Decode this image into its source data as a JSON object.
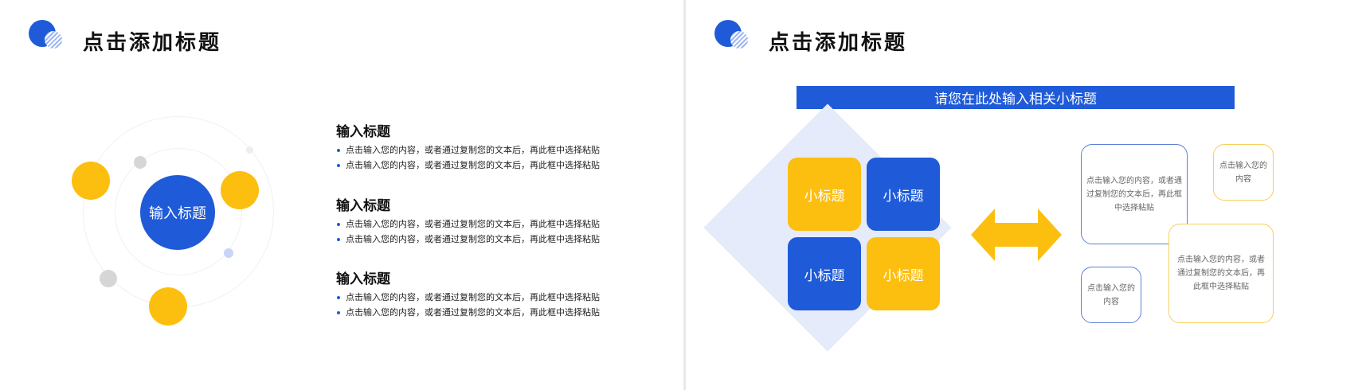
{
  "colors": {
    "blue": "#1f5bd8",
    "yellow": "#fcbf10",
    "light_blue": "#e5ebfa",
    "gray": "#d6d6d6"
  },
  "left_slide": {
    "title": "点击添加标题",
    "center_label": "输入标题",
    "items": [
      {
        "heading": "输入标题",
        "bullets": [
          "点击输入您的内容，或者通过复制您的文本后，再此框中选择粘贴",
          "点击输入您的内容，或者通过复制您的文本后，再此框中选择粘贴"
        ]
      },
      {
        "heading": "输入标题",
        "bullets": [
          "点击输入您的内容，或者通过复制您的文本后，再此框中选择粘贴",
          "点击输入您的内容，或者通过复制您的文本后，再此框中选择粘贴"
        ]
      },
      {
        "heading": "输入标题",
        "bullets": [
          "点击输入您的内容，或者通过复制您的文本后，再此框中选择粘贴",
          "点击输入您的内容，或者通过复制您的文本后，再此框中选择粘贴"
        ]
      }
    ]
  },
  "right_slide": {
    "title": "点击添加标题",
    "banner": "请您在此处输入相关小标题",
    "tiles": [
      "小标题",
      "小标题",
      "小标题",
      "小标题"
    ],
    "boxes": [
      "点击输入您的内容，或者通过复制您的文本后，再此框中选择粘贴",
      "点击输入您的内容",
      "点击输入您的内容",
      "点击输入您的内容，或者通过复制您的文本后，再此框中选择粘贴"
    ]
  }
}
